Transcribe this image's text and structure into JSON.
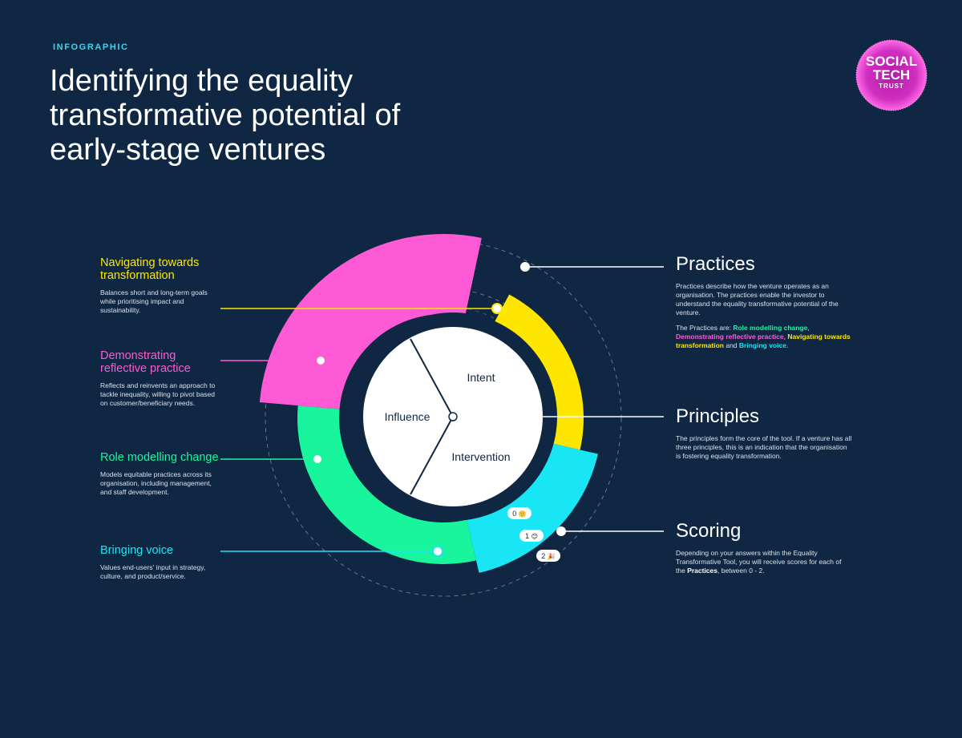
{
  "header": {
    "kicker": "INFOGRAPHIC",
    "title": "Identifying the equality transformative potential of early-stage ventures"
  },
  "logo": {
    "line1": "SOCIAL",
    "line2": "TECH",
    "line3": "TRUST"
  },
  "practices_left": [
    {
      "title": "Navigating towards transformation",
      "description": "Balances short and long-term goals while prioritising impact and sustainability.",
      "color": "#ffe600"
    },
    {
      "title": "Demonstrating reflective practice",
      "description": "Reflects and reinvents an approach to tackle inequality, willing to pivot based on customer/beneficiary needs.",
      "color": "#ff5ad6"
    },
    {
      "title": "Role modelling change",
      "description": "Models equitable practices across its organisation, including management, and staff development.",
      "color": "#19f59c"
    },
    {
      "title": "Bringing voice",
      "description": "Values end-users' input in strategy, culture, and product/service.",
      "color": "#19e6f5"
    }
  ],
  "principles_core": [
    "Intent",
    "Influence",
    "Intervention"
  ],
  "right_panel": {
    "practices": {
      "title": "Practices",
      "description": "Practices describe how the venture operates as an organisation. The practices enable the investor to understand the equality transformative potential of the venture.",
      "list_intro": "The Practices are: ",
      "list_items": [
        "Role modelling change",
        "Demonstrating reflective practice",
        "Navigating towards transformation",
        "Bringing voice"
      ],
      "list_sep1": ", ",
      "list_sep2": ", ",
      "list_sep3": " and ",
      "list_end": "."
    },
    "principles": {
      "title": "Principles",
      "description": "The principles form the core of the tool. If a venture has all three principles, this is an indication that the organisation is fostering equality transformation."
    },
    "scoring": {
      "title": "Scoring",
      "description_pre": "Depending on your answers within the Equality Transformative Tool, you will receive scores for each of the ",
      "description_bold": "Practices",
      "description_post": ", between 0 - 2."
    }
  },
  "scores": [
    {
      "label": "0",
      "icon": "🙂"
    },
    {
      "label": "1",
      "icon": "😊"
    },
    {
      "label": "2",
      "icon": "🎉"
    }
  ],
  "colors": {
    "background": "#0f2742",
    "yellow": "#ffe600",
    "pink": "#ff5ad6",
    "green": "#19f59c",
    "cyan": "#19e6f5"
  }
}
